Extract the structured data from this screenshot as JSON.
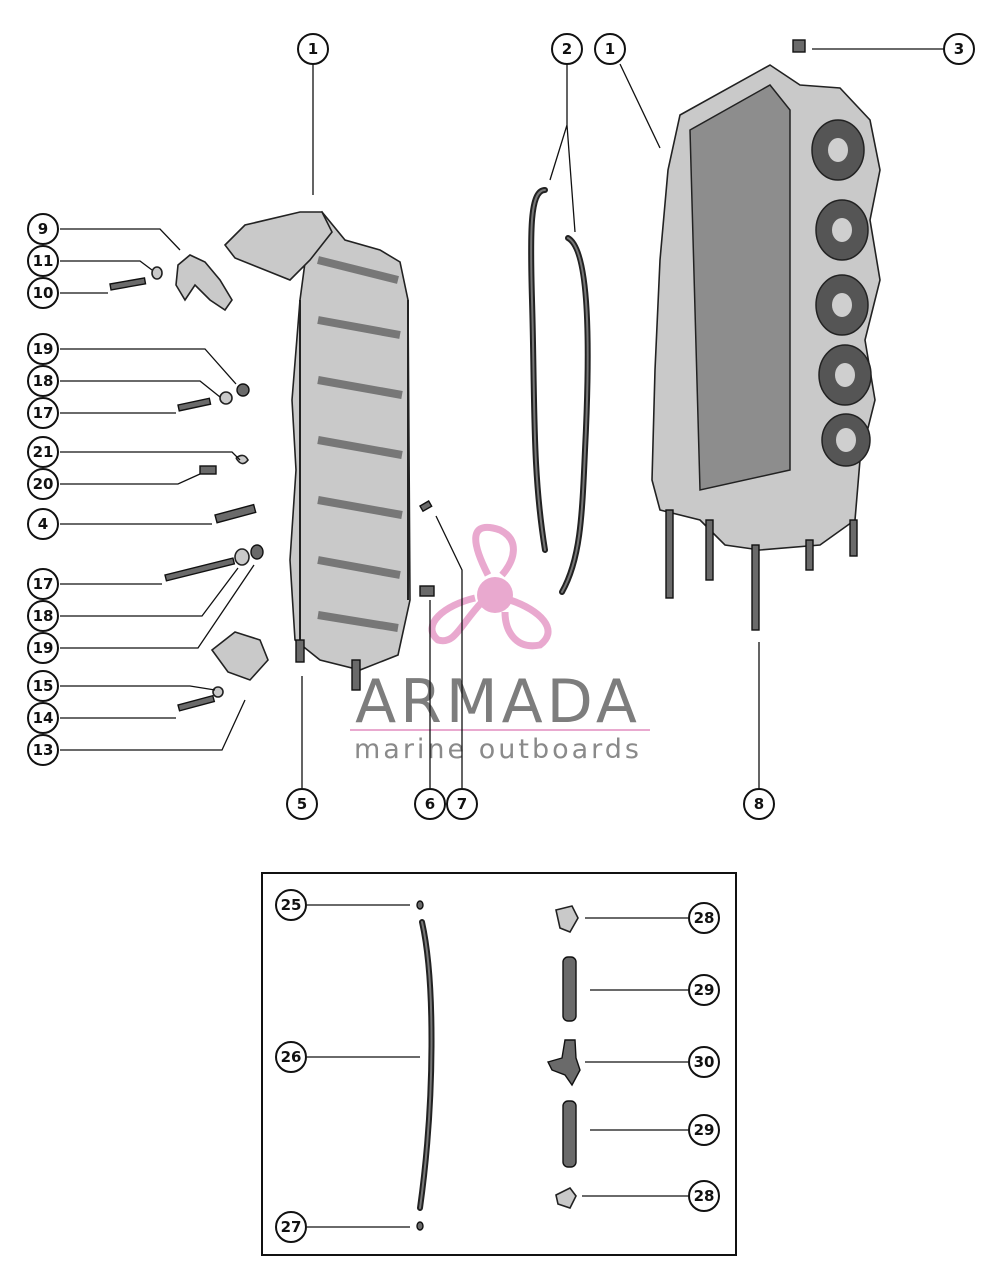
{
  "brand": {
    "name": "ARMADA",
    "tagline": "marine outboards",
    "logo_color": "#e9a9cf"
  },
  "callouts": [
    {
      "id": "c1a",
      "label": "1"
    },
    {
      "id": "c2",
      "label": "2"
    },
    {
      "id": "c1b",
      "label": "1"
    },
    {
      "id": "c3",
      "label": "3"
    },
    {
      "id": "c9",
      "label": "9"
    },
    {
      "id": "c11",
      "label": "11"
    },
    {
      "id": "c10",
      "label": "10"
    },
    {
      "id": "c19a",
      "label": "19"
    },
    {
      "id": "c18a",
      "label": "18"
    },
    {
      "id": "c17a",
      "label": "17"
    },
    {
      "id": "c21",
      "label": "21"
    },
    {
      "id": "c20",
      "label": "20"
    },
    {
      "id": "c4",
      "label": "4"
    },
    {
      "id": "c17b",
      "label": "17"
    },
    {
      "id": "c18b",
      "label": "18"
    },
    {
      "id": "c19b",
      "label": "19"
    },
    {
      "id": "c15",
      "label": "15"
    },
    {
      "id": "c14",
      "label": "14"
    },
    {
      "id": "c13",
      "label": "13"
    },
    {
      "id": "c5",
      "label": "5"
    },
    {
      "id": "c6",
      "label": "6"
    },
    {
      "id": "c7",
      "label": "7"
    },
    {
      "id": "c8",
      "label": "8"
    },
    {
      "id": "c25",
      "label": "25"
    },
    {
      "id": "c26",
      "label": "26"
    },
    {
      "id": "c27",
      "label": "27"
    },
    {
      "id": "c28a",
      "label": "28"
    },
    {
      "id": "c29a",
      "label": "29"
    },
    {
      "id": "c30",
      "label": "30"
    },
    {
      "id": "c29b",
      "label": "29"
    },
    {
      "id": "c28b",
      "label": "28"
    }
  ]
}
